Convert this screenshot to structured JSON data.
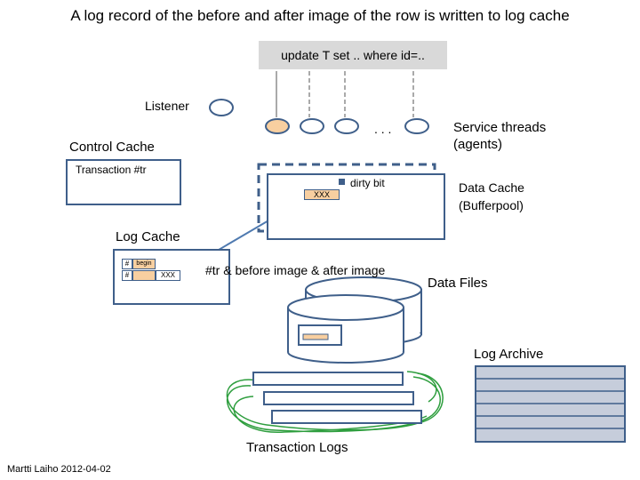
{
  "title": "A log record of the before and after image of the row is written to log cache",
  "sql_statement": "update T set .. where id=..",
  "listener_label": "Listener",
  "ellipsis": ". . .",
  "service_threads_label": "Service threads\n(agents)",
  "control_cache_label": "Control Cache",
  "transaction_label": "Transaction #tr",
  "dirty_bit_label": "dirty bit",
  "row_value": "XXX",
  "data_cache_label": "Data Cache\n(Bufferpool)",
  "log_cache_label": "Log Cache",
  "log_entries": [
    {
      "id": "#",
      "text": "begin"
    },
    {
      "id": "#",
      "text": "XXX"
    }
  ],
  "log_record_label": "#tr & before image & after image",
  "data_files_label": "Data Files",
  "log_archive_label": "Log Archive",
  "transaction_logs_label": "Transaction Logs",
  "footer": "Martti Laiho 2012-04-02",
  "colors": {
    "border": "#3f5f8a",
    "highlight": "#f8cfa0",
    "arrow": "#4f7ab0",
    "logs_loop": "#2e9e3e",
    "archive_fill": "#c6cddb",
    "sql_bg": "#d9d9d9"
  }
}
